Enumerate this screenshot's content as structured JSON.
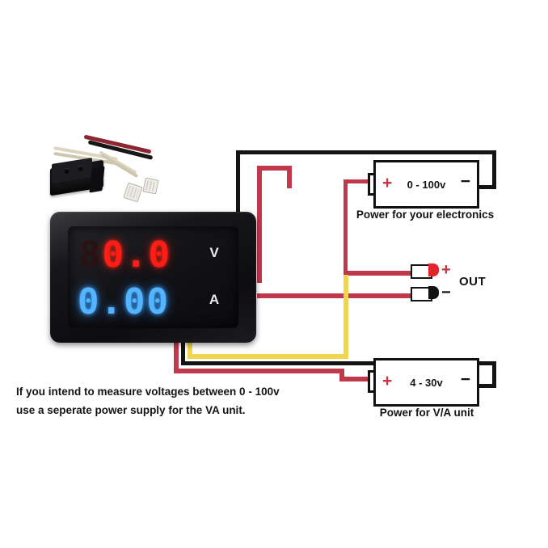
{
  "meter": {
    "voltage_value": "0.0",
    "voltage_ghost_digit": "8",
    "current_value": "0.00",
    "voltage_unit": "V",
    "current_unit": "A",
    "voltage_color": "#ff1d16",
    "current_color": "#53b4ff",
    "bezel_color": "#141418"
  },
  "diagram": {
    "top_battery": {
      "label": "0 - 100v",
      "plus": "+",
      "minus": "−",
      "caption": "Power for your electronics"
    },
    "bottom_battery": {
      "label": "4 - 30v",
      "plus": "+",
      "minus": "−",
      "caption": "Power for V/A unit"
    },
    "output": {
      "label": "OUT",
      "plus": "+",
      "minus": "−"
    },
    "wire_colors": {
      "red": "#c0394a",
      "black": "#141414",
      "yellow": "#f2d54e"
    }
  },
  "note": {
    "line1": "If you intend to measure voltages between 0 - 100v",
    "line2": "use a seperate power supply for the VA unit."
  }
}
